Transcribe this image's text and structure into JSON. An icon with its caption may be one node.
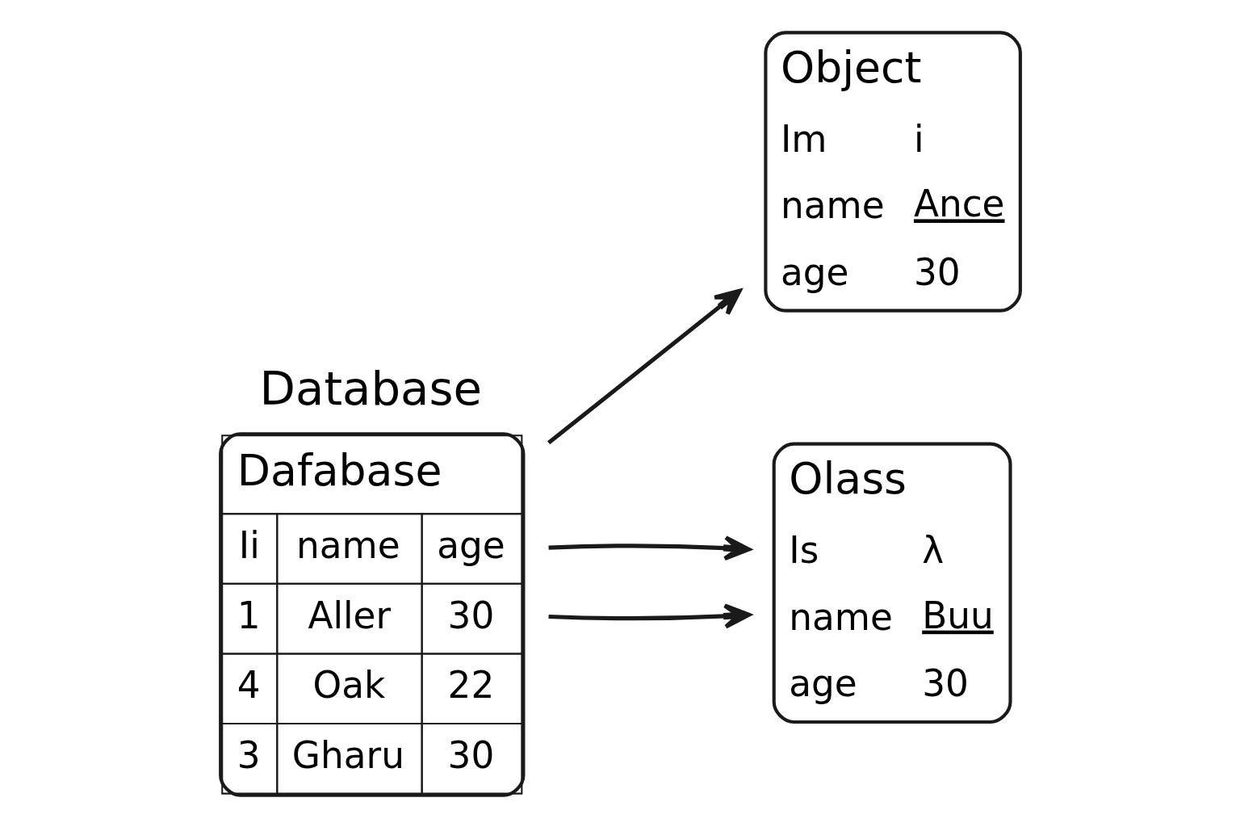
{
  "diagram": {
    "nodes": [
      {
        "text": [
          "Database",
          "Dafabase",
          "Ii",
          "name",
          "age",
          "1",
          "Aller",
          "30",
          "4",
          "Oak",
          "22",
          "3",
          "Gharu",
          "30"
        ]
      },
      {
        "text": [
          "Object",
          "Im",
          "i",
          "name",
          "Ance",
          "age",
          "30"
        ]
      },
      {
        "text": [
          "Olass",
          "Is",
          "λ",
          "name",
          "Buu",
          "age",
          "30"
        ]
      }
    ],
    "edges": [
      {
        "from": 0,
        "to": 1,
        "arrow": "to"
      },
      {
        "from": 0,
        "to": 2,
        "arrow": "to"
      },
      {
        "from": 0,
        "to": 2,
        "arrow": "to"
      }
    ]
  }
}
